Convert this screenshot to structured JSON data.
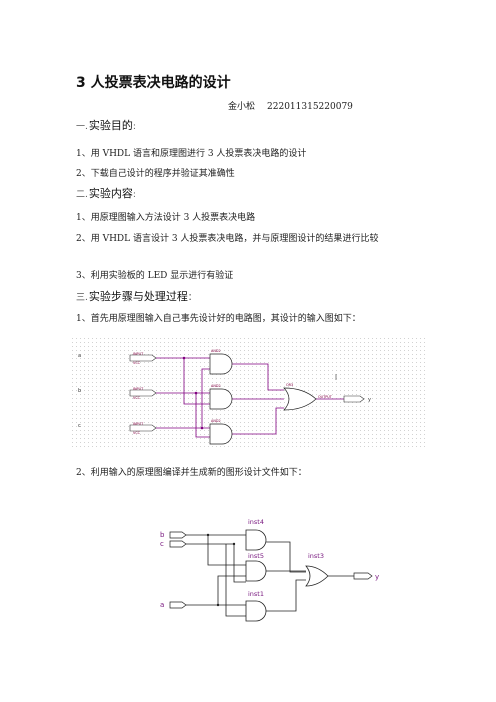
{
  "doc": {
    "title": "3 人投票表决电路的设计",
    "author_name": "金小松",
    "author_id": "222011315220079"
  },
  "sections": [
    {
      "num": "一.",
      "heading": "实验目的",
      "colon": ":"
    },
    {
      "num": "二.",
      "heading": "实验内容",
      "colon": ":"
    },
    {
      "num": "三.",
      "heading": "实验步骤与处理过程",
      "colon": "："
    }
  ],
  "items": {
    "obj1": "1、用 VHDL 语言和原理图进行 3 人投票表决电路的设计",
    "obj2": "2、下载自己设计的程序并验证其准确性",
    "con1": "1、用原理图输入方法设计 3 人投票表决电路",
    "con2": "2、用 VHDL 语言设计 3 人投票表决电路，并与原理图设计的结果进行比较",
    "con3": "3、利用实验板的 LED 显示进行有验证",
    "step1": "1、首先用原理图输入自己事先设计好的电路图，其设计的输入图如下：",
    "step2": "2、利用输入的原理图编译并生成新的图形设计文件如下："
  },
  "schematic1": {
    "inputs": [
      "a",
      "b",
      "c"
    ],
    "output": "y",
    "gate_label": "AND2",
    "or_label": "OR3",
    "in_tag": "INPUT",
    "out_tag": "OUTPUT",
    "vcc": "VCC"
  },
  "schematic2": {
    "inputs": [
      "b",
      "c",
      "a"
    ],
    "gates": [
      "inst4",
      "inst5",
      "inst1"
    ],
    "or_gate": "inst3",
    "output": "y"
  }
}
